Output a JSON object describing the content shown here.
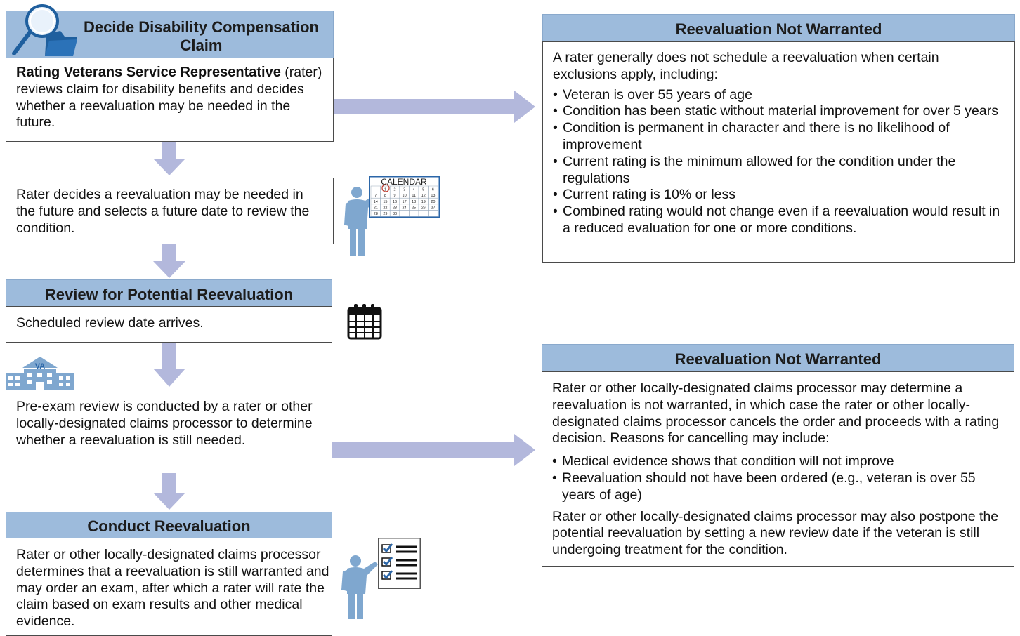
{
  "step1": {
    "title": "Decide Disability Compensation Claim",
    "bold": "Rating Veterans Service Representative",
    "text": "(rater) reviews claim for disability benefits and decides whether a reevaluation may be needed in the future."
  },
  "step2": {
    "text": "Rater decides a reevaluation may be needed in the future and selects a future date to review the condition."
  },
  "calendar": {
    "label": "CALENDAR",
    "rows": [
      [
        "",
        "1",
        "2",
        "3",
        "4",
        "5",
        "6"
      ],
      [
        "7",
        "8",
        "9",
        "10",
        "11",
        "12",
        "13"
      ],
      [
        "14",
        "15",
        "16",
        "17",
        "18",
        "19",
        "20"
      ],
      [
        "21",
        "22",
        "23",
        "24",
        "25",
        "26",
        "27"
      ],
      [
        "28",
        "29",
        "30",
        "",
        "",
        "",
        ""
      ]
    ]
  },
  "step3": {
    "title": "Review for Potential Reevaluation",
    "text": "Scheduled review date arrives."
  },
  "va_building": {
    "label": "VA"
  },
  "step4": {
    "text": "Pre-exam review is conducted by a rater or other locally-designated claims processor to determine whether a reevaluation is still needed."
  },
  "step5": {
    "title": "Conduct Reevaluation",
    "text": "Rater or other locally-designated claims processor determines that a reevaluation is still warranted and may order an exam, after which a rater will rate the claim based on exam results and other medical evidence."
  },
  "not_warranted_1": {
    "title": "Reevaluation Not Warranted",
    "intro": "A rater generally does not schedule a reevaluation when certain exclusions apply, including:",
    "bullets": [
      "Veteran is over 55 years of age",
      "Condition has been static without material improvement for over 5 years",
      "Condition is permanent in character and there is no likelihood of improvement",
      "Current rating is the minimum allowed for the condition under the regulations",
      "Current rating is 10% or less",
      "Combined rating would not change even if a reevaluation would result in a reduced evaluation for one or more conditions."
    ]
  },
  "not_warranted_2": {
    "title": "Reevaluation Not Warranted",
    "intro": "Rater or other locally-designated claims processor may determine a reevaluation is not warranted, in which case the rater or other locally-designated claims processor cancels the order and proceeds with a rating decision. Reasons for cancelling may include:",
    "bullets": [
      "Medical evidence shows that condition will not improve",
      "Reevaluation should not have been ordered (e.g., veteran is over 55 years of age)"
    ],
    "outro": "Rater or other locally-designated claims processor may also postpone the potential reevaluation by setting a new review date if the veteran is still undergoing treatment for the condition."
  },
  "colors": {
    "header": "#9dbbdc",
    "arrow": "#b3b8dc",
    "icon_blue": "#1f5f9e",
    "figure": "#7fa7cf"
  }
}
